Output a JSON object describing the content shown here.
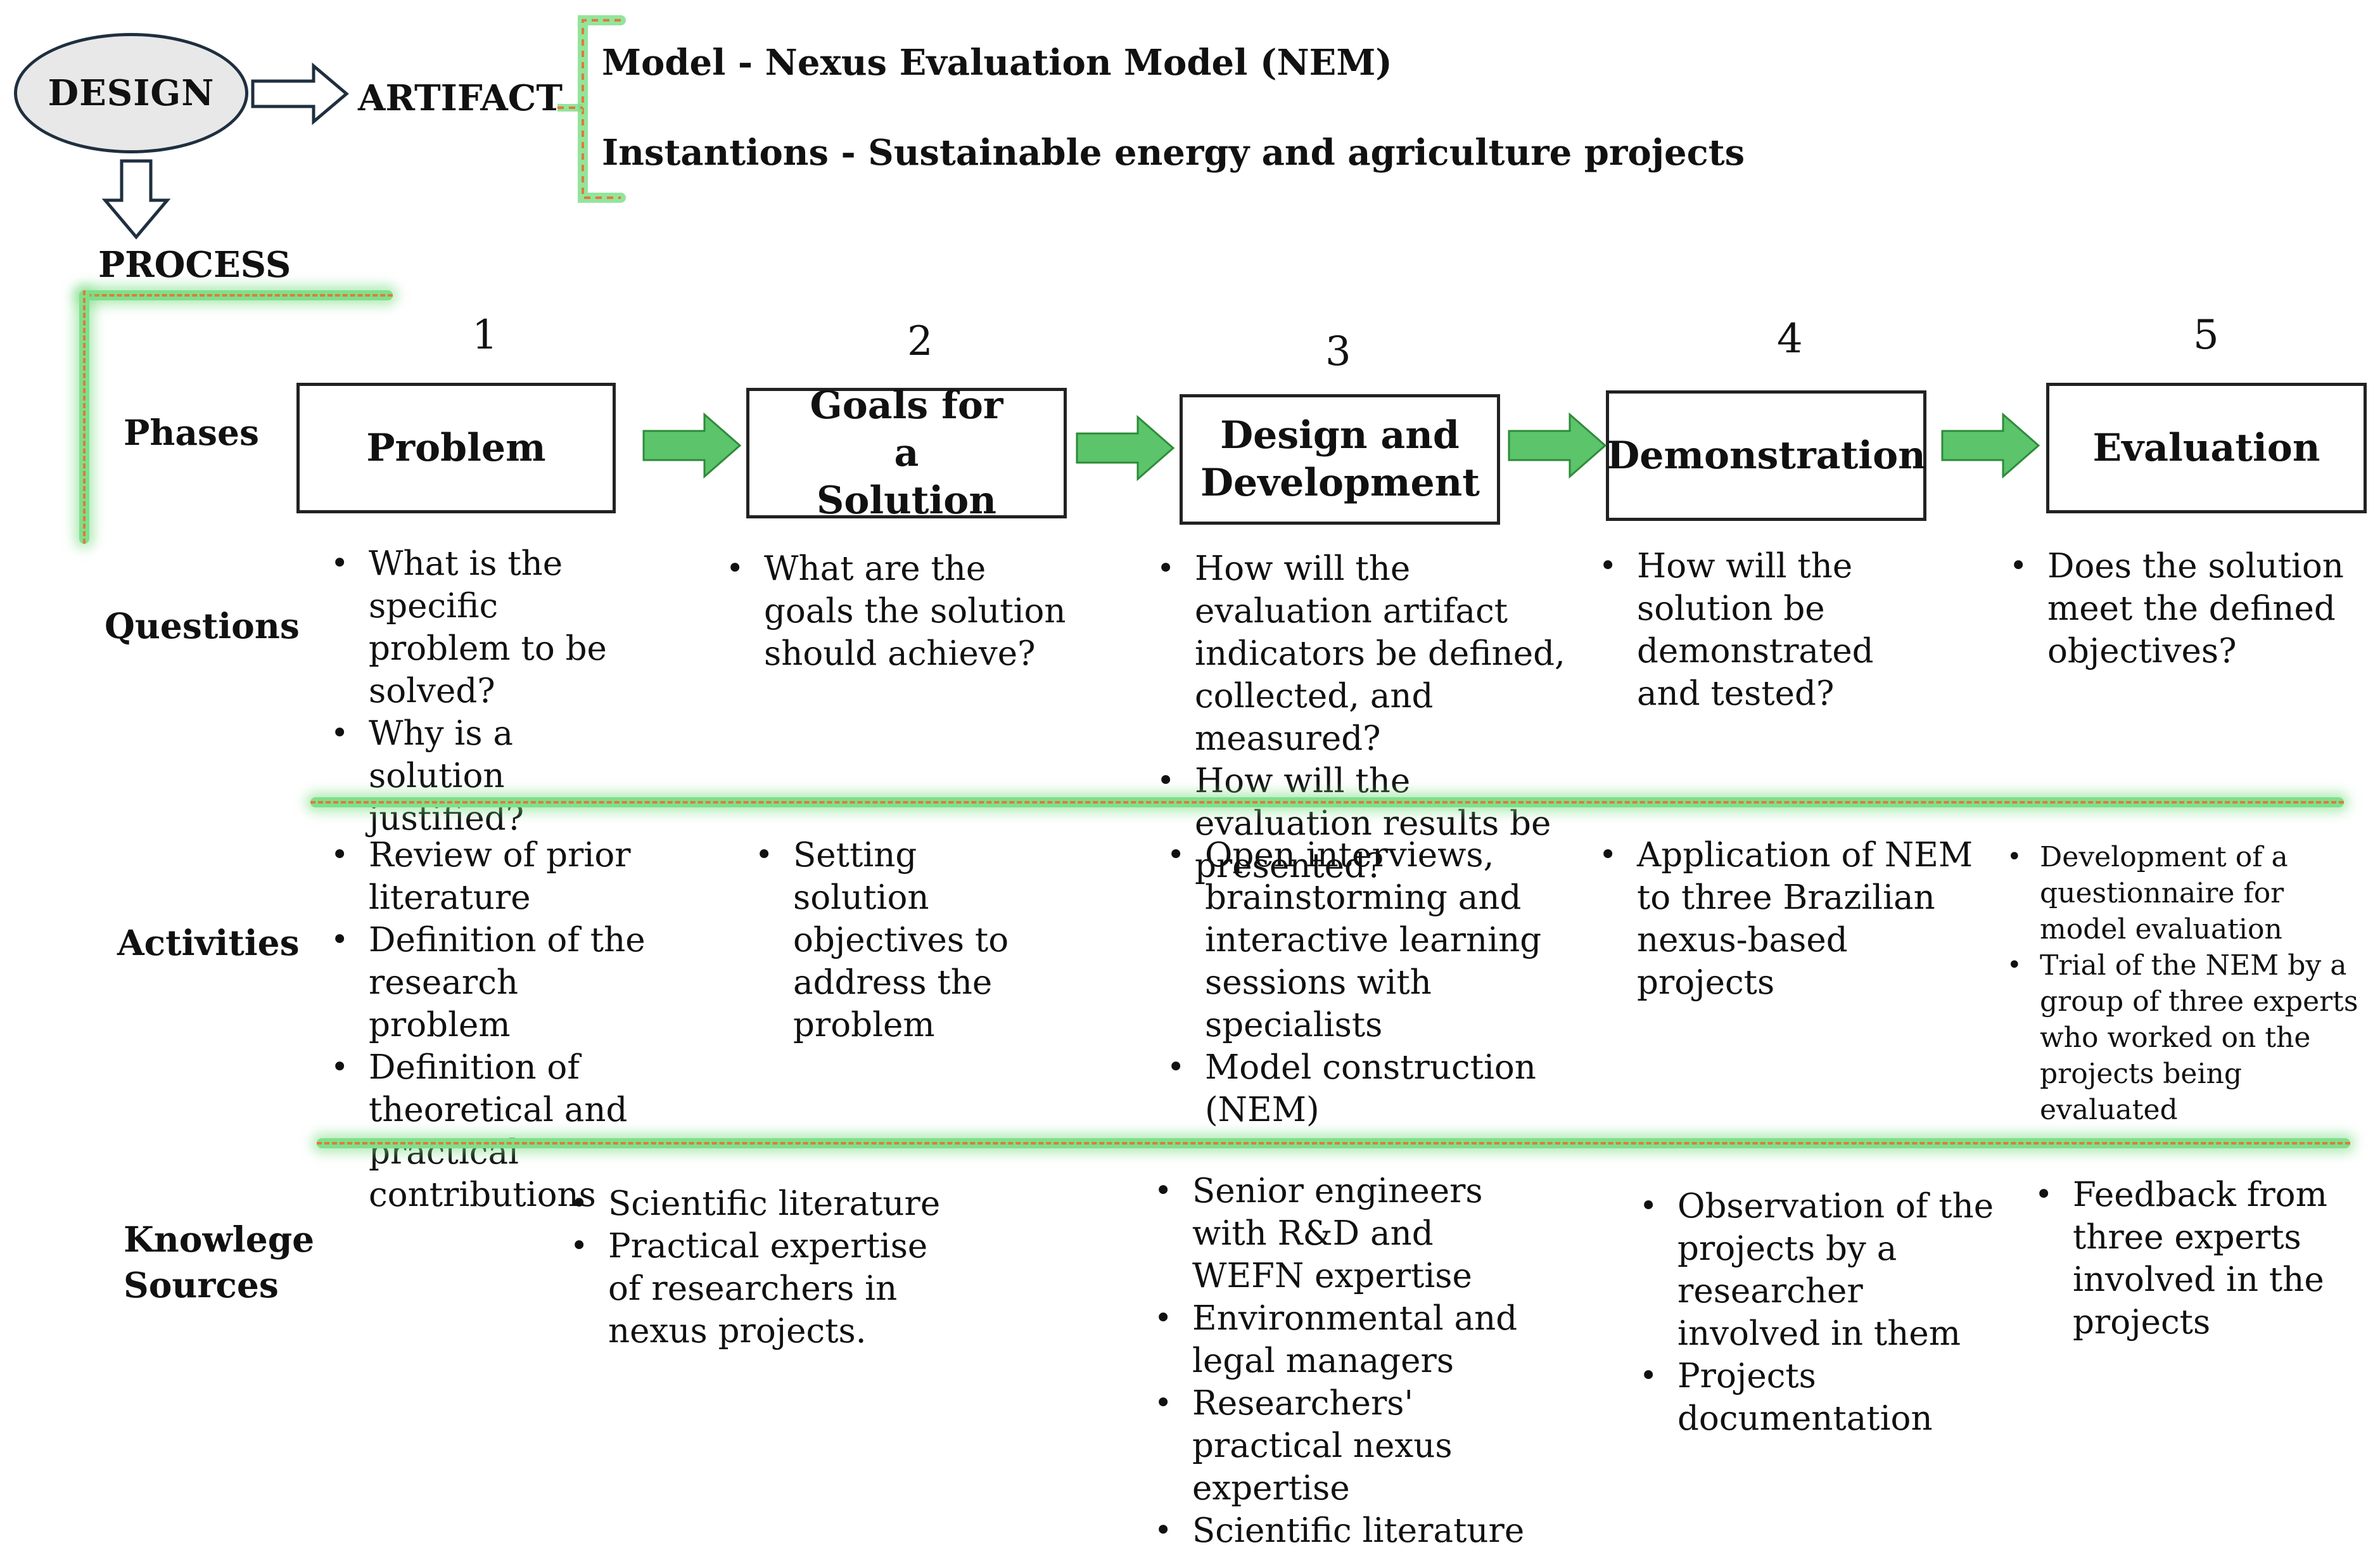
{
  "design": {
    "label": "DESIGN"
  },
  "artifact": {
    "label": "ARTIFACT",
    "model": "Model - Nexus Evaluation Model (NEM)",
    "instantions": "Instantions - Sustainable energy and agriculture projects"
  },
  "process": {
    "label": "PROCESS"
  },
  "rows": {
    "phases": "Phases",
    "questions": "Questions",
    "activities": "Activities",
    "knowledge_line1": "Knowlege",
    "knowledge_line2": "Sources"
  },
  "phases": [
    {
      "number": "1",
      "title": "Problem",
      "questions": [
        "What is the specific problem to be solved?",
        "Why is a solution justified?"
      ],
      "activities": [
        "Review of prior literature",
        "Definition of the research problem",
        "Definition of theoretical and practical contributions"
      ],
      "sources": []
    },
    {
      "number": "2",
      "title": "Goals for a Solution",
      "questions": [
        "What are the goals the solution should achieve?"
      ],
      "activities": [
        "Setting solution objectives to address the problem"
      ],
      "sources": [
        "Scientific literature",
        "Practical expertise of researchers in nexus projects."
      ]
    },
    {
      "number": "3",
      "title": "Design and Development",
      "questions": [
        "How will the evaluation artifact indicators be defined, collected, and measured?",
        "How will the evaluation results be presented?"
      ],
      "activities": [
        "Open interviews, brainstorming and interactive learning sessions with specialists",
        "Model construction (NEM)"
      ],
      "sources": [
        "Senior engineers with R&D and WEFN expertise",
        "Environmental and legal managers",
        "Researchers' practical nexus expertise",
        "Scientific literature"
      ]
    },
    {
      "number": "4",
      "title": "Demonstration",
      "questions": [
        "How will the solution be demonstrated and tested?"
      ],
      "activities": [
        "Application of NEM to three Brazilian nexus-based projects"
      ],
      "sources": [
        "Observation of the projects by a researcher involved in them",
        "Projects documentation"
      ]
    },
    {
      "number": "5",
      "title": "Evaluation",
      "questions": [
        "Does the solution meet the defined objectives?"
      ],
      "activities": [
        "Development of a questionnaire for model evaluation",
        "Trial of the NEM by a group of three experts who worked on the projects being evaluated"
      ],
      "sources": [
        "Feedback from three experts involved in the projects"
      ]
    }
  ],
  "colors": {
    "arrow_green": "#5cc46a",
    "separator_glow": "#7fe08a",
    "separator_dash": "#e07a3a",
    "ellipse_fill": "#e8e8e8"
  }
}
